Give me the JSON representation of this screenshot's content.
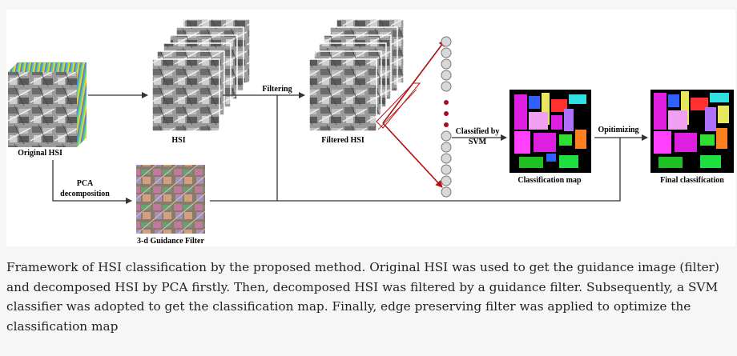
{
  "diagram": {
    "labels": {
      "original_hsi": "Original HSI",
      "hsi": "HSI",
      "filtering": "Filtering",
      "filtered_hsi": "Filtered HSI",
      "classified_by_line1": "Classified by",
      "classified_by_line2": "SVM",
      "classification_map": "Classification map",
      "optimizing": "Opitimizing",
      "final_classification": "Final classification",
      "pca_line1": "PCA",
      "pca_line2": "decomposition",
      "guidance_filter": "3-d Guidance Filter"
    },
    "colors": {
      "arrow_default": "#333333",
      "arrow_highlight": "#b01010",
      "dot": "#a01020",
      "node_fill": "#d8d8d8"
    }
  },
  "caption": "Framework of HSI classification by the proposed method. Original HSI was used to get the guidance image (filter) and decomposed HSI by PCA firstly. Then, decomposed HSI was filtered by a guidance filter. Subsequently, a SVM classifier was adopted to get the classification map. Finally, edge preserving filter was applied to optimize the classification map"
}
